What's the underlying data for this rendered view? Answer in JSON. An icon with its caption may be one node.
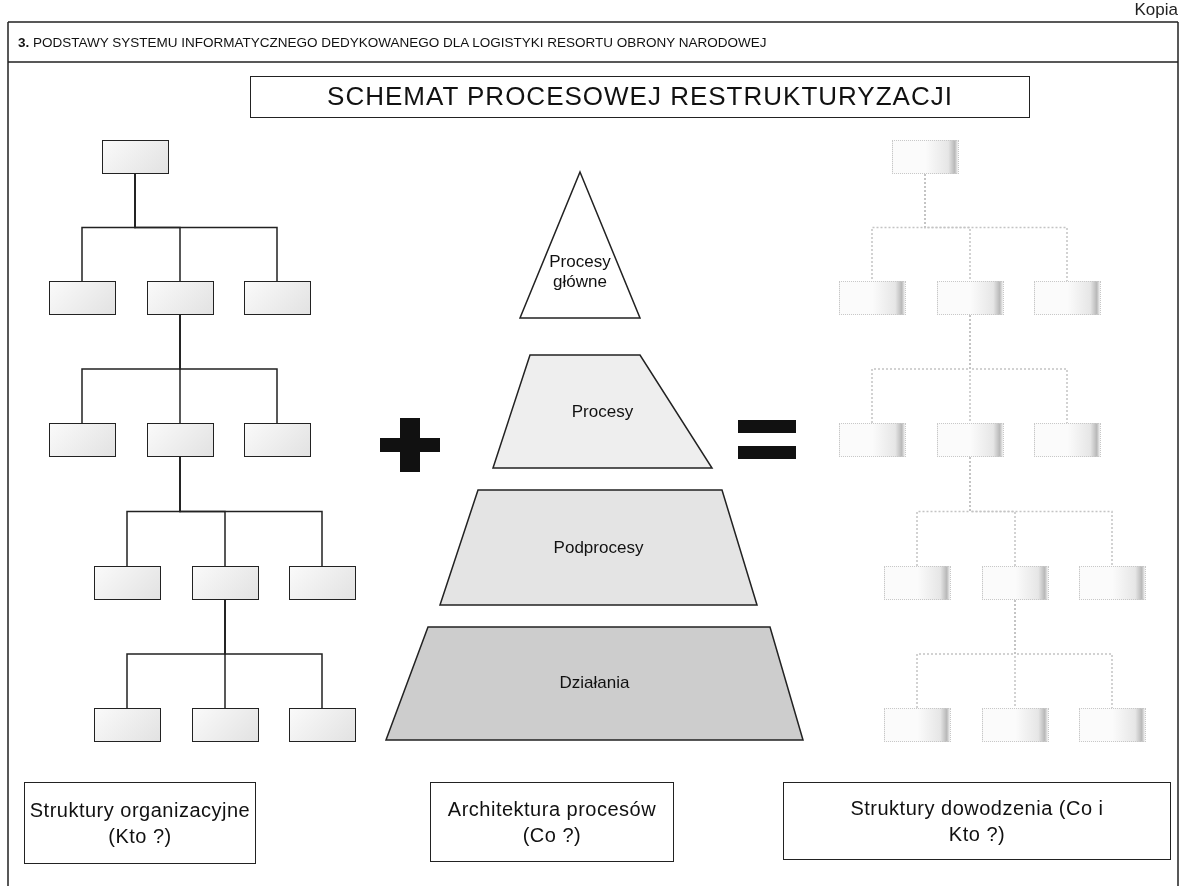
{
  "diagram": {
    "title": "SCHEMAT PROCESOWEJ RESTRUKTURYZACJI",
    "nodes": [
      {
        "text": [],
        "shape": "box"
      },
      {
        "text": [],
        "shape": "box"
      },
      {
        "text": [],
        "shape": "box"
      },
      {
        "text": [],
        "shape": "box"
      },
      {
        "text": [],
        "shape": "box"
      },
      {
        "text": [],
        "shape": "box"
      },
      {
        "text": [],
        "shape": "box"
      },
      {
        "text": [],
        "shape": "box"
      },
      {
        "text": [],
        "shape": "box"
      },
      {
        "text": [],
        "shape": "box"
      },
      {
        "text": [],
        "shape": "box"
      },
      {
        "text": [],
        "shape": "box"
      },
      {
        "text": [],
        "shape": "box"
      },
      {
        "text": [
          "Procesy główne"
        ]
      },
      {
        "text": [
          "Procesy"
        ]
      },
      {
        "text": [
          "Podprocesy"
        ]
      },
      {
        "text": [
          "Działania"
        ]
      },
      {
        "text": [],
        "shape": "box"
      },
      {
        "text": [],
        "shape": "box"
      },
      {
        "text": [],
        "shape": "box"
      },
      {
        "text": [],
        "shape": "box"
      },
      {
        "text": [],
        "shape": "box"
      },
      {
        "text": [],
        "shape": "box"
      },
      {
        "text": [],
        "shape": "box"
      },
      {
        "text": [],
        "shape": "box"
      },
      {
        "text": [],
        "shape": "box"
      },
      {
        "text": [],
        "shape": "box"
      },
      {
        "text": [],
        "shape": "box"
      },
      {
        "text": [],
        "shape": "box"
      },
      {
        "text": [],
        "shape": "box"
      },
      {
        "text": [
          "Struktury organizacyjne (Kto ?)"
        ]
      },
      {
        "text": [
          "Architektura procesów (Co ?)"
        ]
      },
      {
        "text": [
          "Struktury dowodzenia (Co i Kto ?)"
        ]
      }
    ],
    "edges": [
      {
        "from": 0,
        "to": 1,
        "arrow": "none"
      },
      {
        "from": 0,
        "to": 2,
        "arrow": "none"
      },
      {
        "from": 0,
        "to": 3,
        "arrow": "none"
      },
      {
        "from": 2,
        "to": 4,
        "arrow": "none"
      },
      {
        "from": 2,
        "to": 5,
        "arrow": "none"
      },
      {
        "from": 2,
        "to": 6,
        "arrow": "none"
      },
      {
        "from": 5,
        "to": 7,
        "arrow": "none"
      },
      {
        "from": 5,
        "to": 8,
        "arrow": "none"
      },
      {
        "from": 5,
        "to": 9,
        "arrow": "none"
      },
      {
        "from": 8,
        "to": 10,
        "arrow": "none"
      },
      {
        "from": 8,
        "to": 11,
        "arrow": "none"
      },
      {
        "from": 8,
        "to": 12,
        "arrow": "none"
      },
      {
        "from": 17,
        "to": 18,
        "arrow": "none",
        "style": "dashed",
        "color": "#c4c4c4"
      },
      {
        "from": 17,
        "to": 19,
        "arrow": "none",
        "style": "dashed",
        "color": "#c4c4c4"
      },
      {
        "from": 17,
        "to": 20,
        "arrow": "none",
        "style": "dashed",
        "color": "#c4c4c4"
      },
      {
        "from": 19,
        "to": 21,
        "arrow": "none",
        "style": "dashed",
        "color": "#c4c4c4"
      },
      {
        "from": 19,
        "to": 22,
        "arrow": "none",
        "style": "dashed",
        "color": "#c4c4c4"
      },
      {
        "from": 19,
        "to": 23,
        "arrow": "none",
        "style": "dashed",
        "color": "#c4c4c4"
      },
      {
        "from": 22,
        "to": 24,
        "arrow": "none",
        "style": "dashed",
        "color": "#c4c4c4"
      },
      {
        "from": 22,
        "to": 25,
        "arrow": "none",
        "style": "dashed",
        "color": "#c4c4c4"
      },
      {
        "from": 22,
        "to": 26,
        "arrow": "none",
        "style": "dashed",
        "color": "#c4c4c4"
      },
      {
        "from": 25,
        "to": 27,
        "arrow": "none",
        "style": "dashed",
        "color": "#c4c4c4"
      },
      {
        "from": 25,
        "to": 28,
        "arrow": "none",
        "style": "dashed",
        "color": "#c4c4c4"
      },
      {
        "from": 25,
        "to": 29,
        "arrow": "none",
        "style": "dashed",
        "color": "#c4c4c4"
      }
    ],
    "labels": [
      "Kopia",
      "**3.** PODSTAWY SYSTEMU INFORMATYCZNEGO DEDYKOWANEGO DLA LOGISTYKI RESORTU OBRONY NARODOWEJ"
    ]
  }
}
